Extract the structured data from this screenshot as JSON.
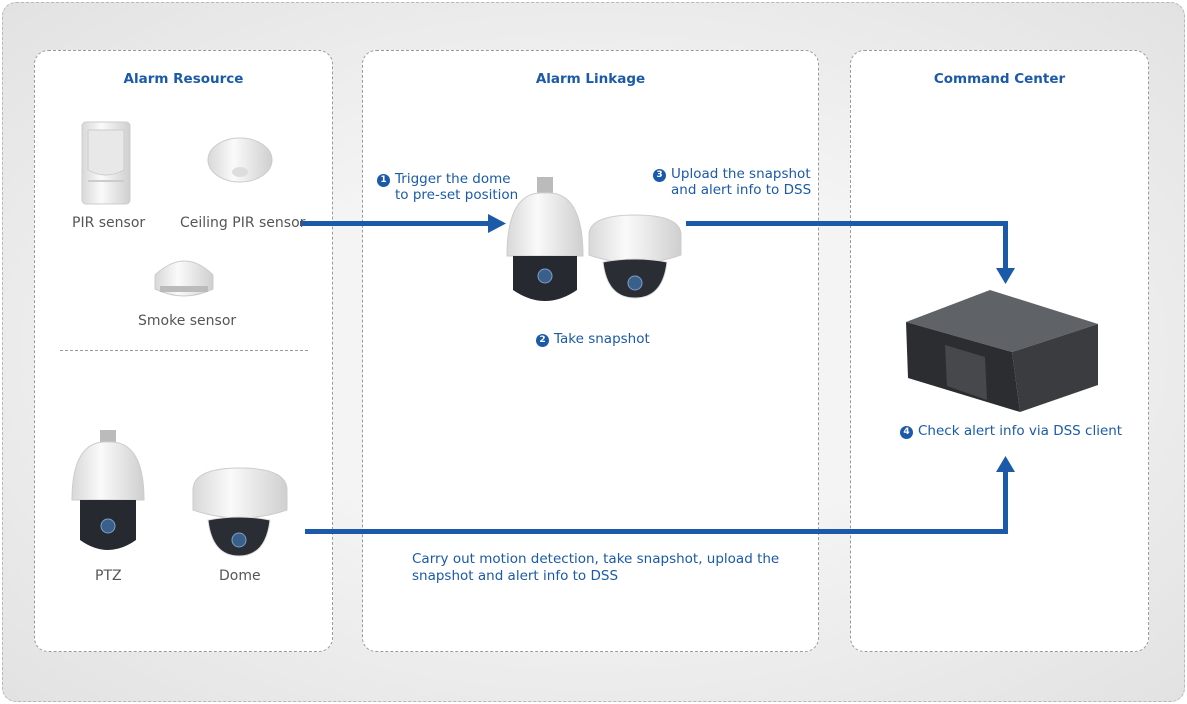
{
  "panels": {
    "alarm_resource": {
      "title": "Alarm Resource"
    },
    "alarm_linkage": {
      "title": "Alarm Linkage"
    },
    "command_center": {
      "title": "Command Center"
    }
  },
  "devices": {
    "pir_sensor": "PIR sensor",
    "ceiling_pir_sensor": "Ceiling PIR sensor",
    "smoke_sensor": "Smoke sensor",
    "ptz": "PTZ",
    "dome": "Dome"
  },
  "steps": [
    {
      "num": "1",
      "line1": "Trigger the dome",
      "line2": "to pre-set position"
    },
    {
      "num": "2",
      "line1": "Take snapshot"
    },
    {
      "num": "3",
      "line1": "Upload the snapshot",
      "line2": "and alert info to DSS"
    },
    {
      "num": "4",
      "line1": "Check alert info via DSS client"
    }
  ],
  "motion_note": {
    "line1": "Carry out motion detection, take snapshot, upload the",
    "line2": "snapshot and alert info to DSS"
  },
  "colors": {
    "accent": "#1a5aa8",
    "background": "#ebebeb"
  }
}
